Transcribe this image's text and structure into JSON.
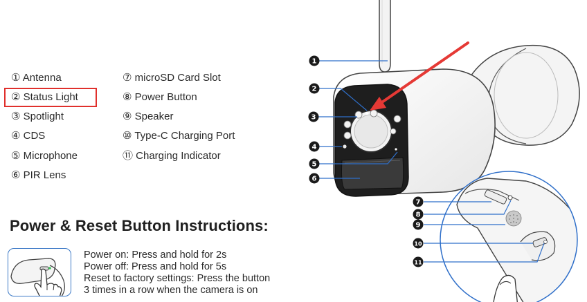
{
  "parts": {
    "left_column": [
      "① Antenna",
      "② Status Light",
      "③ Spotlight",
      "④ CDS",
      "⑤ Microphone",
      "⑥ PIR Lens"
    ],
    "right_column": [
      "⑦ microSD Card Slot",
      "⑧ Power Button",
      "⑨ Speaker",
      "⑩ Type-C Charging Port",
      "⑪ Charging Indicator"
    ]
  },
  "instructions": {
    "heading": "Power & Reset Button Instructions:",
    "lines": [
      "Power on: Press and hold for 2s",
      "Power off: Press and hold for 5s",
      "Reset to factory settings: Press the button",
      "3 times in a row when the camera is on"
    ]
  },
  "callouts": [
    "1",
    "2",
    "3",
    "4",
    "5",
    "6",
    "7",
    "8",
    "9",
    "10",
    "11"
  ],
  "colors": {
    "highlight_box": "#e0302c",
    "arrow": "#e53935",
    "leader_line": "#2f6fc9",
    "detail_circle": "#2f6fc9",
    "marker_fill": "#1a1a1a"
  },
  "icons": {
    "hand": "hand-press-icon",
    "camera": "camera-illustration"
  }
}
